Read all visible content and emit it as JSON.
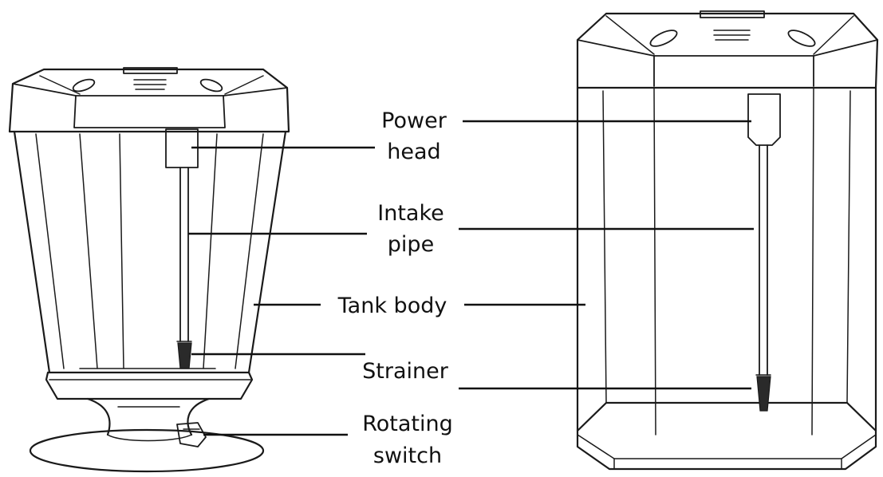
{
  "labels": {
    "power_head": [
      "Power",
      "head"
    ],
    "intake_pipe": [
      "Intake",
      "pipe"
    ],
    "tank_body": "Tank body",
    "strainer": "Strainer",
    "rotating_switch": [
      "Rotating",
      "switch"
    ]
  }
}
